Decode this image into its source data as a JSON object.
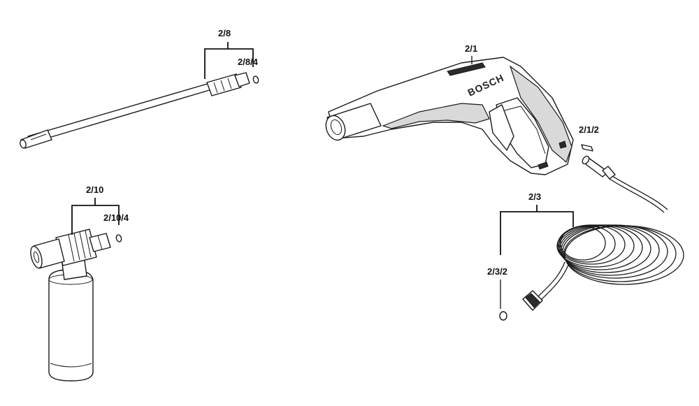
{
  "labels": {
    "lance": "2/8",
    "lance_ring": "2/8/4",
    "foam": "2/10",
    "foam_ring": "2/10/4",
    "gun": "2/1",
    "gun_clip": "2/1/2",
    "hose": "2/3",
    "hose_ring": "2/3/2"
  },
  "brand": "BOSCH"
}
